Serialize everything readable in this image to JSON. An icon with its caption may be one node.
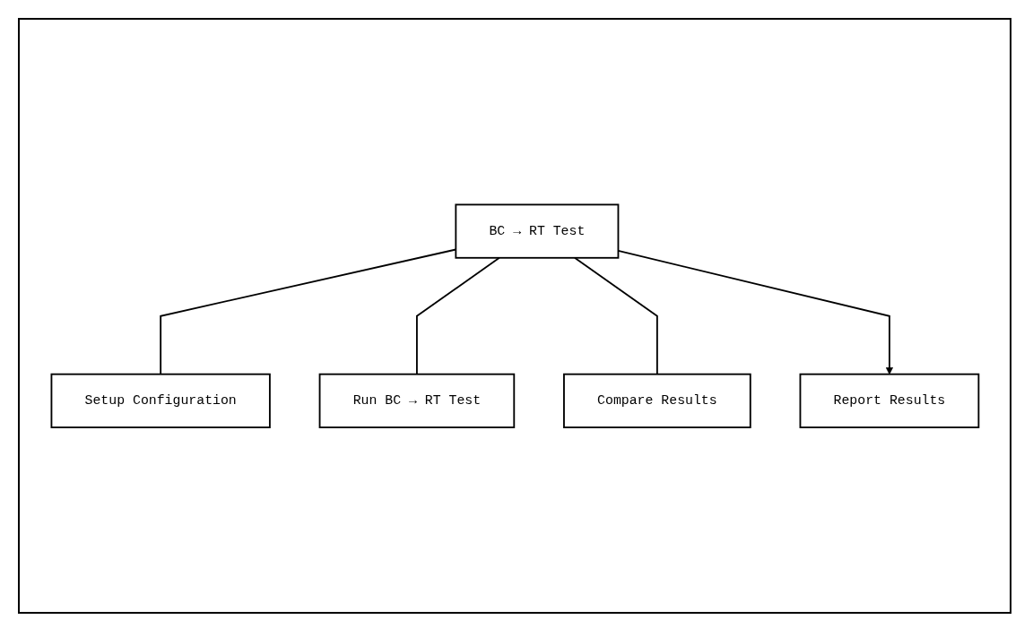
{
  "diagram": {
    "nodes": [
      {
        "text": [
          "BC → RT Test"
        ]
      },
      {
        "text": [
          "Setup Configuration"
        ]
      },
      {
        "text": [
          "Run BC → RT Test"
        ]
      },
      {
        "text": [
          "Compare Results"
        ]
      },
      {
        "text": [
          "Report Results"
        ]
      }
    ],
    "edges": [
      {
        "from": 0,
        "to": 1,
        "arrow": "none"
      },
      {
        "from": 0,
        "to": 2,
        "arrow": "none"
      },
      {
        "from": 0,
        "to": 3,
        "arrow": "none"
      },
      {
        "from": 0,
        "to": 4,
        "arrow": "to"
      }
    ]
  }
}
